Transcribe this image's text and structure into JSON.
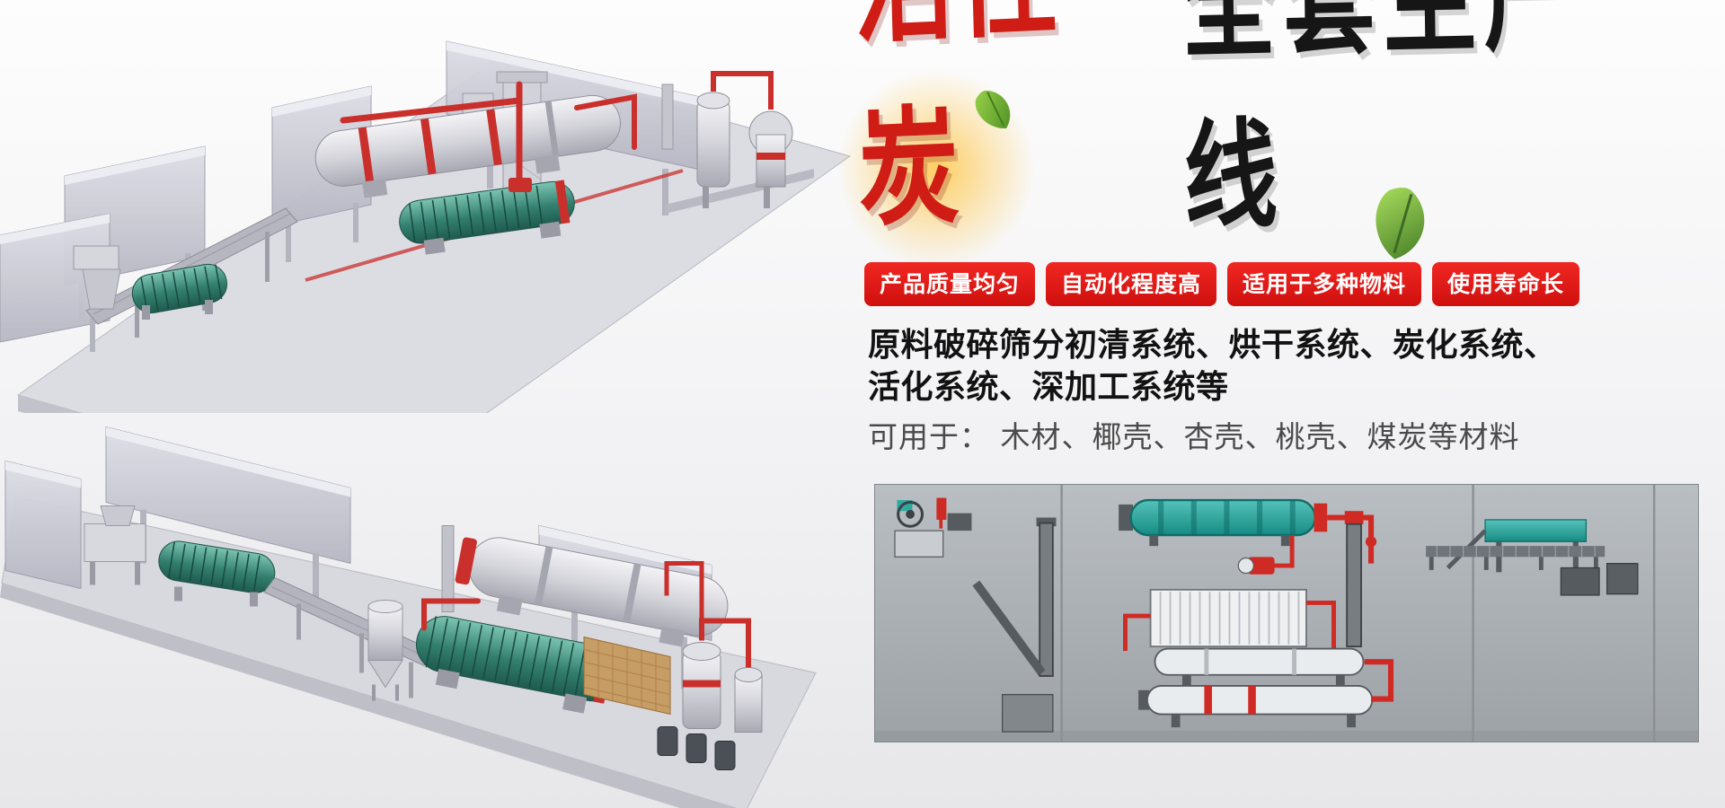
{
  "hero": {
    "title": {
      "red": "活性炭",
      "black": "全套生产线"
    },
    "badges": [
      {
        "label": "产品质量均匀"
      },
      {
        "label": "自动化程度高"
      },
      {
        "label": "适用于多种物料"
      },
      {
        "label": "使用寿命长"
      }
    ],
    "description": {
      "line1": "原料破碎筛分初清系统、烘干系统、炭化系统、",
      "line2": "活化系统、深加工系统等"
    },
    "materials": "可用于： 木材、椰壳、杏壳、桃壳、煤炭等材料"
  },
  "colors": {
    "badge_red": "#e01f1c",
    "title_red": "#cf1d15",
    "title_black": "#161616",
    "pipe_red": "#c9302c",
    "teal_drum": "#2fa99e",
    "panel_gray": "#aab0b5"
  },
  "illustrations": {
    "top_render": "activated-carbon-production-line-3d-render-upper",
    "bottom_render": "activated-carbon-production-line-3d-render-lower",
    "schematic": "production-line-layout-schematic"
  }
}
